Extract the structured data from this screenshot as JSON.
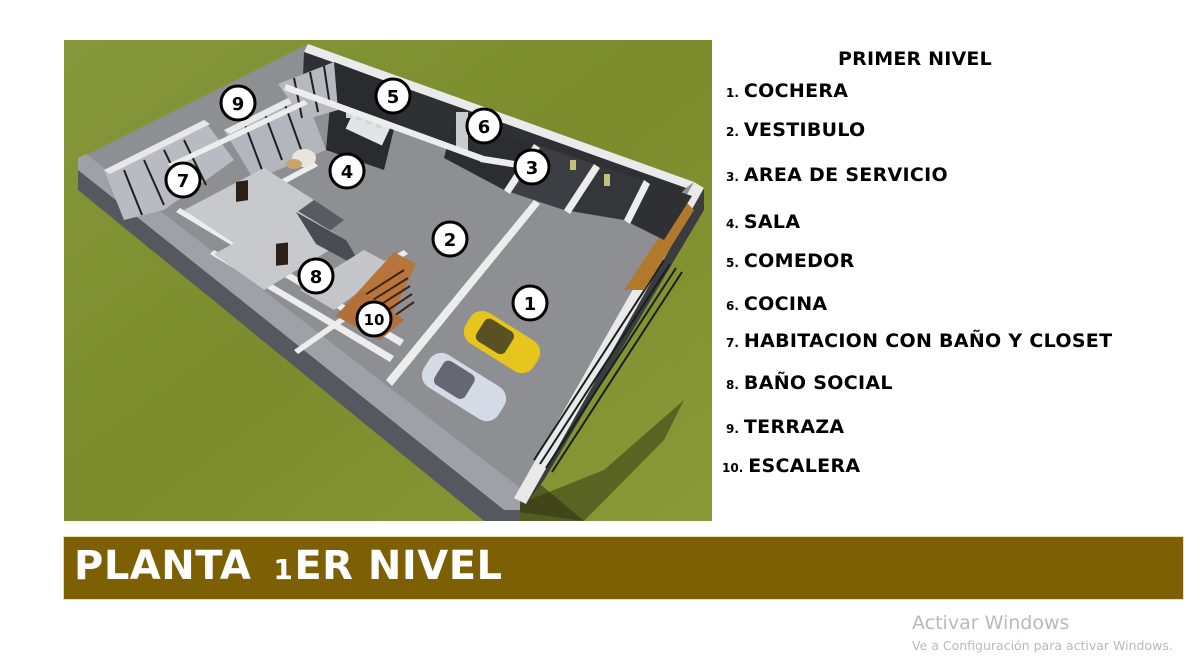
{
  "legend": {
    "title": "PRIMER NIVEL",
    "items": [
      {
        "num": "1.",
        "label": "COCHERA"
      },
      {
        "num": "2.",
        "label": "VESTIBULO"
      },
      {
        "num": "3.",
        "label": "AREA DE SERVICIO"
      },
      {
        "num": "4.",
        "label": "SALA"
      },
      {
        "num": "5.",
        "label": "COMEDOR"
      },
      {
        "num": "6.",
        "label": "COCINA"
      },
      {
        "num": "7.",
        "label": "HABITACION CON BAÑO Y CLOSET"
      },
      {
        "num": "8.",
        "label": "BAÑO SOCIAL"
      },
      {
        "num": "9.",
        "label": "TERRAZA"
      },
      {
        "num": "10.",
        "label": "ESCALERA"
      }
    ]
  },
  "render": {
    "markers": [
      {
        "label": "1",
        "room": "cochera"
      },
      {
        "label": "2",
        "room": "vestibulo"
      },
      {
        "label": "3",
        "room": "area-de-servicio"
      },
      {
        "label": "4",
        "room": "sala"
      },
      {
        "label": "5",
        "room": "comedor"
      },
      {
        "label": "6",
        "room": "cocina"
      },
      {
        "label": "7",
        "room": "habitacion"
      },
      {
        "label": "8",
        "room": "bano-social"
      },
      {
        "label": "9",
        "room": "terraza"
      },
      {
        "label": "10",
        "room": "escalera"
      }
    ]
  },
  "banner": {
    "word": "PLANTA",
    "level_number": "1",
    "level_text": "ER NIVEL"
  },
  "watermark": {
    "title": "Activar Windows",
    "subtitle": "Ve a Configuración para activar Windows."
  },
  "colors": {
    "banner_bg": "#7d6003",
    "grass": "#7f8f2e",
    "text": "#000000",
    "watermark": "#b9b9b9"
  }
}
